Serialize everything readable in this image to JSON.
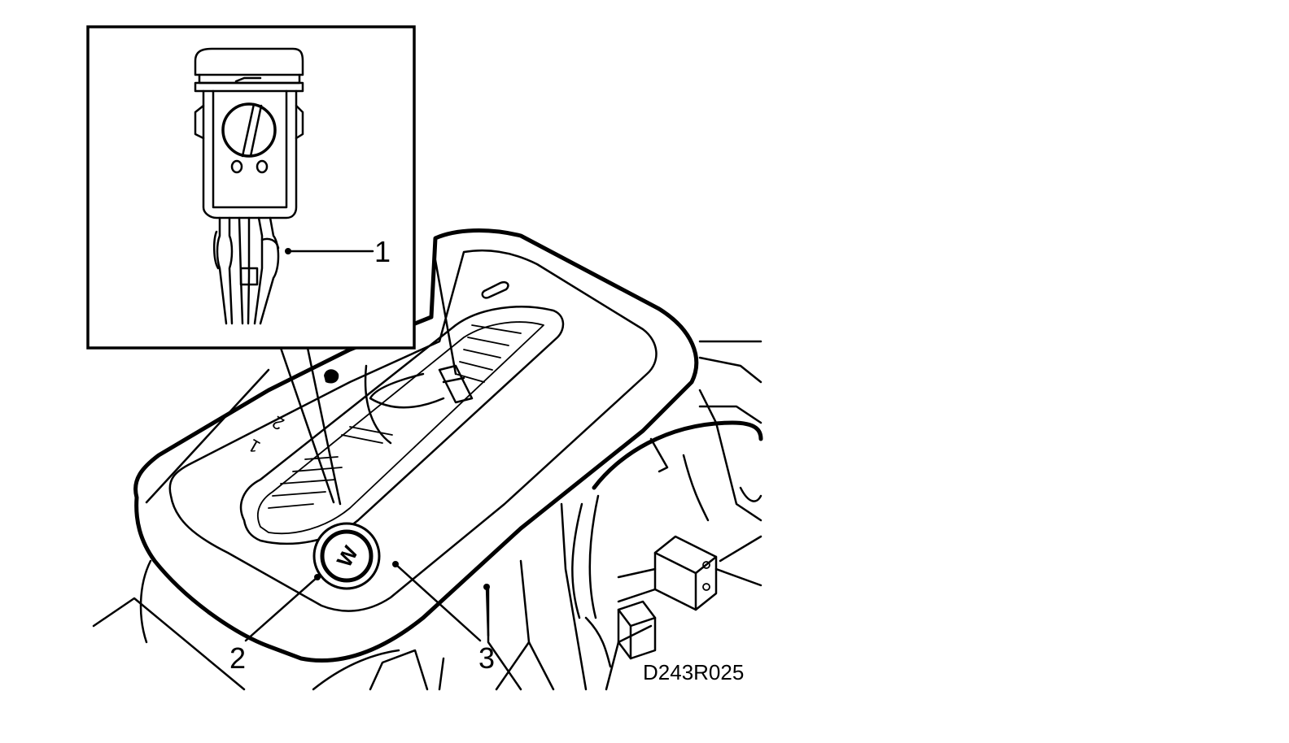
{
  "diagram": {
    "code": "D243R025",
    "callouts": [
      {
        "id": "1",
        "label": "1"
      },
      {
        "id": "2",
        "label": "2"
      },
      {
        "id": "3",
        "label": "3"
      }
    ],
    "gear_marks": [
      "2",
      "1"
    ],
    "badge_letter": "W"
  }
}
